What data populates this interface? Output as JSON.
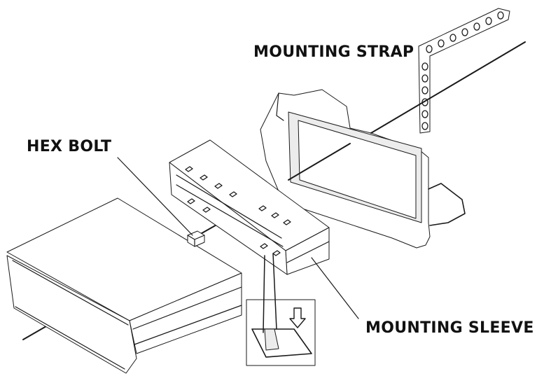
{
  "labels": {
    "mounting_strap": "MOUNTING STRAP",
    "hex_bolt": "HEX BOLT",
    "mounting_sleeve": "MOUNTING SLEEVE"
  },
  "colors": {
    "line": "#1a1a1a",
    "background": "#ffffff"
  }
}
